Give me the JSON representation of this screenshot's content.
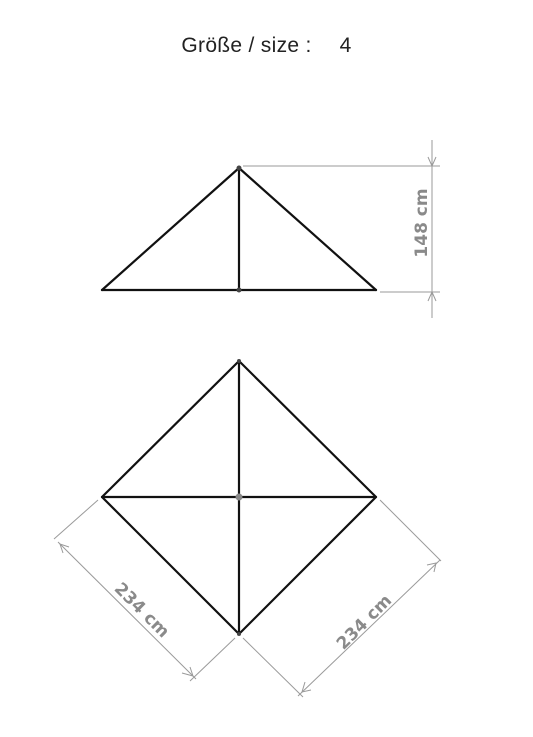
{
  "header": {
    "label": "Größe / size :",
    "size_value": "4"
  },
  "dimensions": {
    "height": "148 cm",
    "side_left": "234 cm",
    "side_right": "234 cm"
  },
  "colors": {
    "frame": "#111111",
    "dimension_line": "#9a9a9a",
    "dimension_text": "#8a8a8a"
  }
}
